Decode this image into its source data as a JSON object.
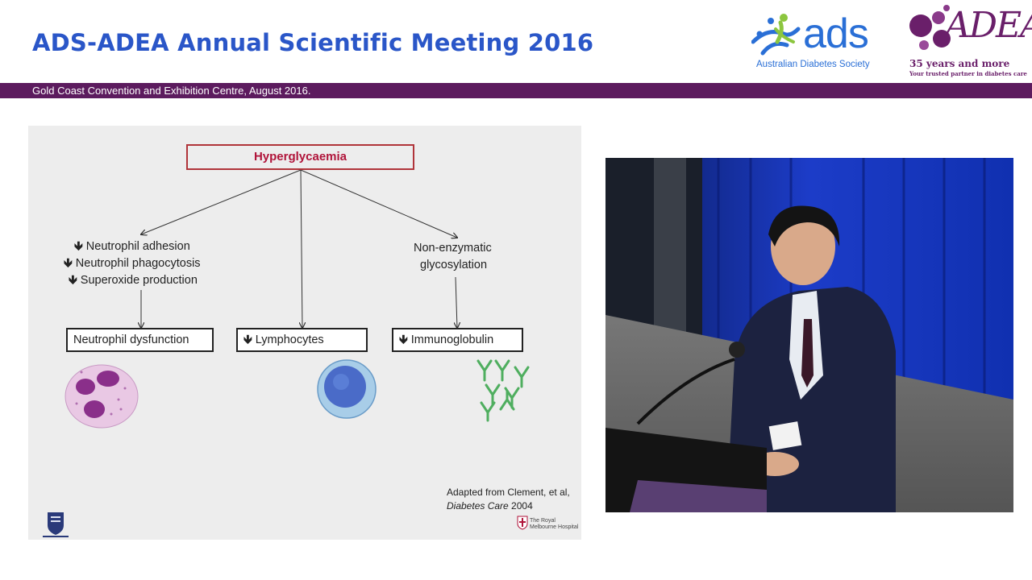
{
  "header": {
    "title": "ADS-ADEA Annual Scientific Meeting 2016",
    "venue": "Gold Coast Convention and Exhibition Centre, August 2016."
  },
  "logos": {
    "ads": {
      "word": "ads",
      "subtitle": "Australian Diabetes Society"
    },
    "adea": {
      "word": "ADEA",
      "years": "35 years and more",
      "tagline": "Your trusted partner in diabetes care"
    }
  },
  "slide": {
    "top_box": "Hyperglycaemia",
    "left_effects": [
      "Neutrophil adhesion",
      "Neutrophil phagocytosis",
      "Superoxide production"
    ],
    "right_effect_lines": [
      "Non-enzymatic",
      "glycosylation"
    ],
    "outcomes": [
      "Neutrophil dysfunction",
      "Lymphocytes",
      "Immunoglobulin"
    ],
    "citation_line1": "Adapted from Clement, et al,",
    "citation_journal": "Diabetes Care",
    "citation_year": " 2004",
    "hospital_logo": [
      "The Royal",
      "Melbourne Hospital"
    ],
    "university_logo": "University of Melbourne crest"
  },
  "colors": {
    "title_blue": "#2a56c8",
    "band_purple": "#5c1b5e",
    "hyper_red": "#b0143a",
    "slide_bg": "#ededed"
  },
  "icons": [
    "down-arrow-icon",
    "neutrophil-cell-image",
    "lymphocyte-cell-image",
    "antibody-image"
  ]
}
